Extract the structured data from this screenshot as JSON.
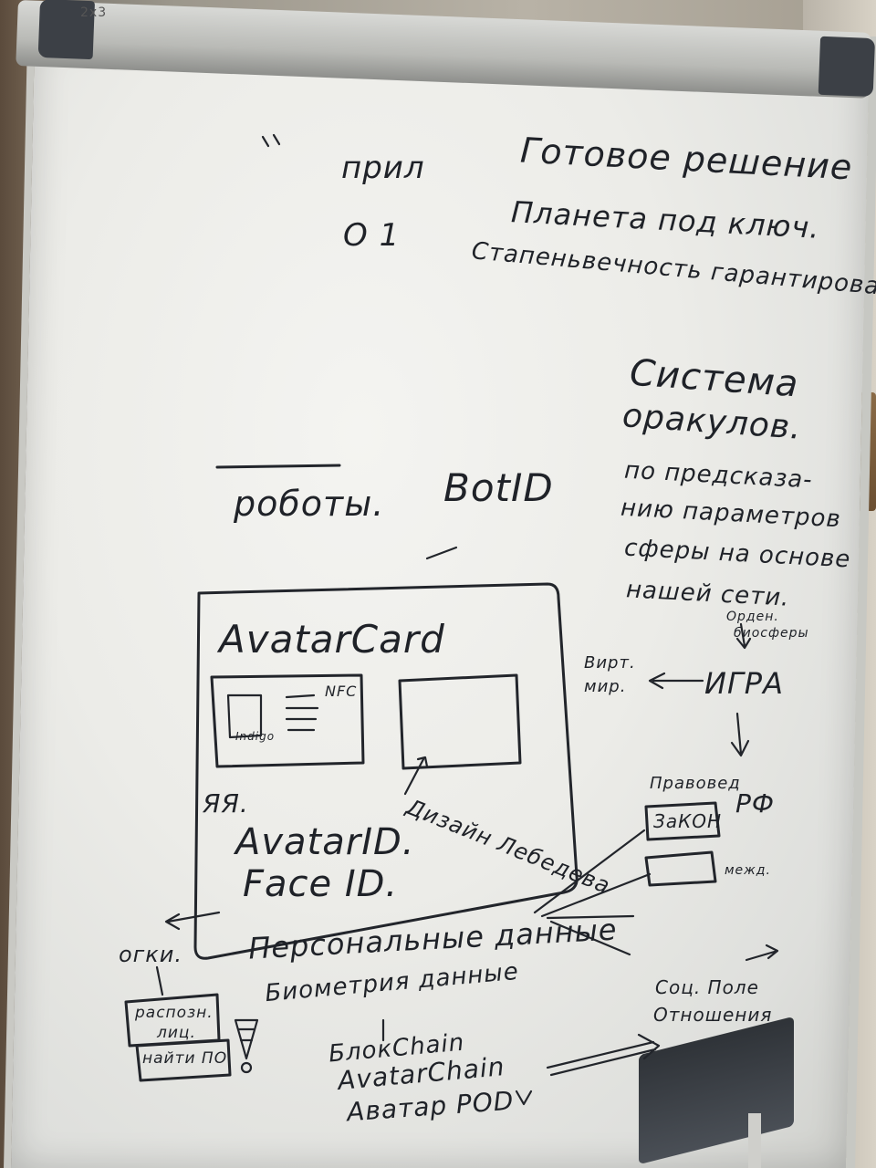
{
  "board": {
    "frame_brand": "2x3",
    "top_left": "прил",
    "top_left_num": "О 1",
    "heading_1": "Готовое решение",
    "heading_2": "Планета под ключ.",
    "heading_3": "Стапеньвечность гарантированы!",
    "oracle_title_1": "Система",
    "oracle_title_2": "оракулов.",
    "oracle_lines": [
      "по предсказа-",
      "нию параметров",
      "сферы на основе",
      "нашей сети."
    ],
    "robots": "роботы.",
    "botid": "BotID",
    "card_title": "AvatarCard",
    "nfc": "NFC",
    "card_photo_caption": "Indigo",
    "ya": "ЯЯ.",
    "avatar_id": "AvatarID.",
    "face_id": "Face ID.",
    "design_note": "Дизайн Лебедева",
    "order_note_1": "Орден.",
    "order_note_2": "биосферы",
    "virt_world_1": "Вирт.",
    "virt_world_2": "мир.",
    "game": "ИГРА",
    "pravoved": "Правовед",
    "zakon": "ЗаКОН",
    "rf": "РФ",
    "mezhd": "межд.",
    "glasses": "огки.",
    "personal_data": "Персональные данные",
    "biometric": "Биометрия данные",
    "raspozn_1": "распозн.",
    "raspozn_2": "лиц.",
    "najti_po": "найти ПО",
    "soc_pole_1": "Соц. Поле",
    "soc_pole_2": "Отношения",
    "blockchain": "БлокChain",
    "avatarchain": "AvatarChain",
    "avatar_pod": "Аватар POD"
  },
  "colors": {
    "ink": "#1f2228",
    "board": "#ecece8",
    "frame": "#3c4046"
  }
}
